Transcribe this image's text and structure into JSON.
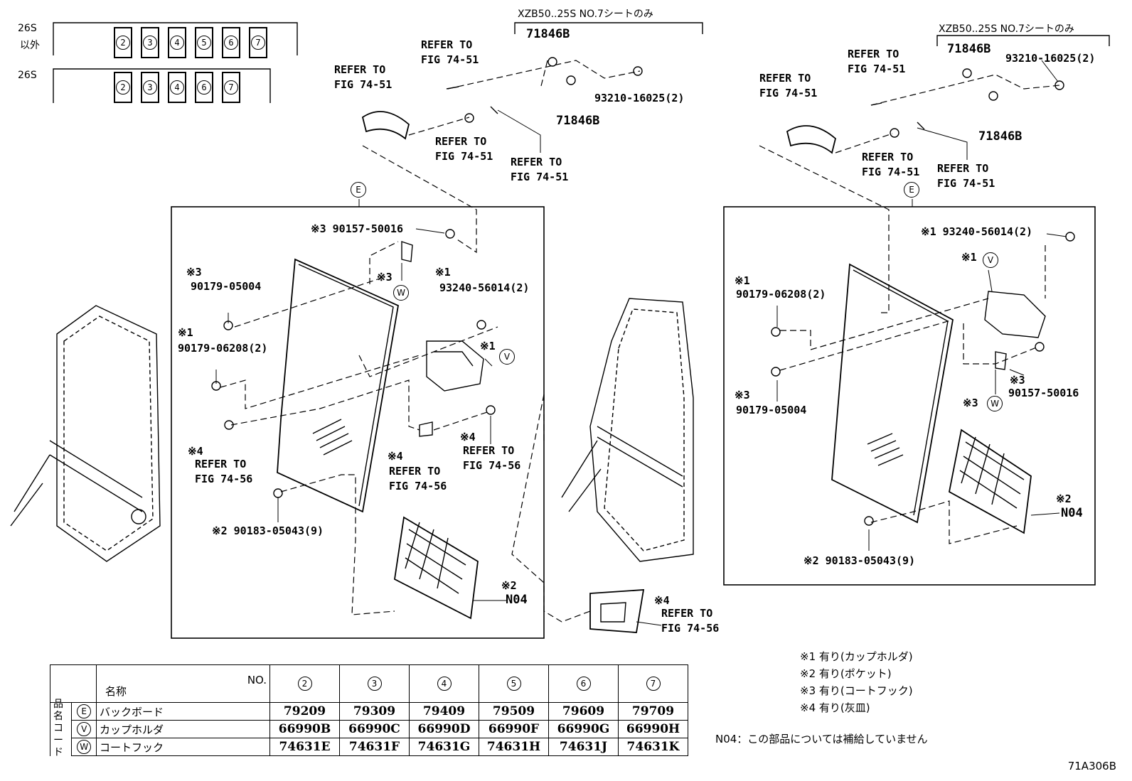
{
  "legend": {
    "row1_label_a": "26S",
    "row1_label_b": "以外",
    "row1_seats": [
      "2",
      "3",
      "4",
      "5",
      "6",
      "7"
    ],
    "row2_label": "26S",
    "row2_seats": [
      "2",
      "3",
      "4",
      "6",
      "7"
    ]
  },
  "left_diagram": {
    "note_top": "XZB50..25S NO.7シートのみ",
    "part_71846b_a": "71846B",
    "part_71846b_b": "71846B",
    "part_93210": "93210-16025(2)",
    "refer_a": "REFER TO\nFIG 74-51",
    "refer_b": "REFER TO\nFIG 74-51",
    "refer_c": "REFER TO\nFIG 74-51",
    "refer_d": "REFER TO\nFIG 74-51",
    "marker_e": "E",
    "p_90157": "※3 90157-50016",
    "p_90179_05004_mark": "※3",
    "p_90179_05004": "90179-05004",
    "w_mark": "※3",
    "w_circ": "W",
    "p_93240_mark": "※1",
    "p_93240": "93240-56014(2)",
    "p_90179_06208_mark": "※1",
    "p_90179_06208": "90179-06208(2)",
    "v_mark": "※1",
    "v_circ": "V",
    "p_refer56_a_mark": "※4",
    "p_refer56_a": "REFER TO\nFIG 74-56",
    "p_refer56_b_mark": "※4",
    "p_refer56_b": "REFER TO\nFIG 74-56",
    "p_refer56_c_mark": "※4",
    "p_refer56_c": "REFER TO\nFIG 74-56",
    "p_90183": "※2 90183-05043(9)",
    "n04_mark": "※2",
    "n04": "N04",
    "ashtray_mark": "※4",
    "ashtray": "REFER TO\nFIG 74-56"
  },
  "right_diagram": {
    "note_top": "XZB50..25S NO.7シートのみ",
    "part_71846b_a": "71846B",
    "part_71846b_b": "71846B",
    "part_93210": "93210-16025(2)",
    "refer_a": "REFER TO\nFIG 74-51",
    "refer_b": "REFER TO\nFIG 74-51",
    "refer_c": "REFER TO\nFIG 74-51",
    "refer_d": "REFER TO\nFIG 74-51",
    "marker_e": "E",
    "p_93240": "※1 93240-56014(2)",
    "v_mark": "※1",
    "v_circ": "V",
    "p_90179_06208_mark": "※1",
    "p_90179_06208": "90179-06208(2)",
    "p_90179_05004_mark": "※3",
    "p_90179_05004": "90179-05004",
    "p_90157_mark": "※3",
    "p_90157": "90157-50016",
    "w_mark": "※3",
    "w_circ": "W",
    "n04_mark": "※2",
    "n04": "N04",
    "p_90183": "※2 90183-05043(9)"
  },
  "table": {
    "col_name": "名称",
    "col_no": "NO.",
    "row_header": "品名コード",
    "numbers": [
      "2",
      "3",
      "4",
      "5",
      "6",
      "7"
    ],
    "rows": [
      {
        "sym": "E",
        "name": "バックボード",
        "codes": [
          "79209",
          "79309",
          "79409",
          "79509",
          "79609",
          "79709"
        ]
      },
      {
        "sym": "V",
        "name": "カップホルダ",
        "codes": [
          "66990B",
          "66990C",
          "66990D",
          "66990F",
          "66990G",
          "66990H"
        ]
      },
      {
        "sym": "W",
        "name": "コートフック",
        "codes": [
          "74631E",
          "74631F",
          "74631G",
          "74631H",
          "74631J",
          "74631K"
        ]
      }
    ]
  },
  "notes": [
    "※1 有り(カップホルダ)",
    "※2 有り(ポケット)",
    "※3 有り(コートフック)",
    "※4 有り(灰皿)"
  ],
  "n04_note": "N04：この部品については補給していません",
  "diagram_code": "71A306B"
}
